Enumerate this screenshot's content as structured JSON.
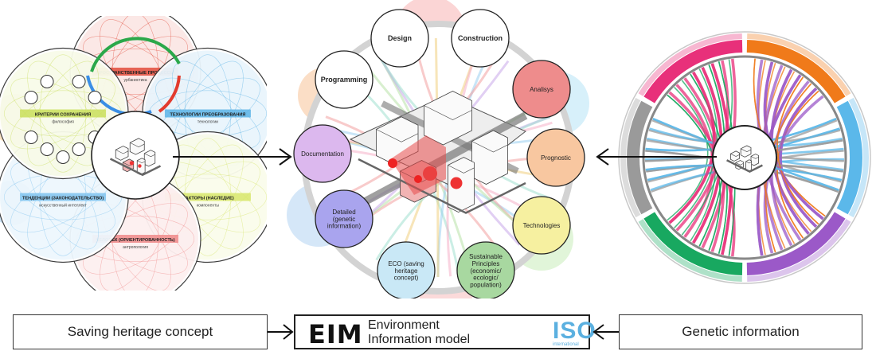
{
  "left_diagram": {
    "petals": [
      {
        "label": "ПРОСТРАНСТВЕННЫЕ ПРОЦЕССЫ",
        "sub": "урбанистика",
        "color": "#e24a3a"
      },
      {
        "label": "ТЕХНОЛОГИИ ПРЕОБРАЗОВАНИЯ",
        "sub": "технологии",
        "color": "#5bb3e6"
      },
      {
        "label": "ФАКТОРЫ (НАСЛЕДИЕ)",
        "sub": "компоненты",
        "color": "#d7e66b"
      },
      {
        "label": "ЧЕЛОВЕК (ОРИЕНТИРОВАННОСТЬ)",
        "sub": "антропология",
        "color": "#f08a8a"
      },
      {
        "label": "ТЕНДЕНЦИИ (ЗАКОНОДАТЕЛЬСТВО)",
        "sub": "искусственный интеллект",
        "color": "#7fc3ee"
      },
      {
        "label": "КРИТЕРИИ СОХРАНЕНИЯ",
        "sub": "философия",
        "color": "#c9df5a"
      }
    ]
  },
  "center_diagram": {
    "nodes": [
      {
        "label": "Design",
        "color": "#ffffff",
        "bold": true
      },
      {
        "label": "Construction",
        "color": "#ffffff",
        "bold": true
      },
      {
        "label": "Analisys",
        "color": "#ee8c8c",
        "bold": false
      },
      {
        "label": "Prognostic",
        "color": "#f8c7a0",
        "bold": false
      },
      {
        "label": "Technologies",
        "color": "#f6f0a0",
        "bold": false
      },
      {
        "label": "Sustainable Principles (economic/ ecologic/ population)",
        "color": "#a8d8a0",
        "bold": false
      },
      {
        "label": "ECO (saving heritage concept)",
        "color": "#c9e8f6",
        "bold": false
      },
      {
        "label": "Detailed (genetic information)",
        "color": "#a9a4ee",
        "bold": false
      },
      {
        "label": "Documentation",
        "color": "#dcb8ee",
        "bold": false
      },
      {
        "label": "Programming",
        "color": "#ffffff",
        "bold": true
      }
    ]
  },
  "right_diagram": {
    "segments": [
      {
        "color": "#f07a1a"
      },
      {
        "color": "#5bb8ea"
      },
      {
        "color": "#9b59c8"
      },
      {
        "color": "#18a860"
      },
      {
        "color": "#9a9a9a"
      },
      {
        "color": "#e8307a"
      }
    ]
  },
  "bottom": {
    "left_box": "Saving heritage concept",
    "eim_abbr": "EIM",
    "eim_line1": "Environment",
    "eim_line2": "Information model",
    "iso": "ISO",
    "iso_sub": "international",
    "right_box": "Genetic information"
  }
}
